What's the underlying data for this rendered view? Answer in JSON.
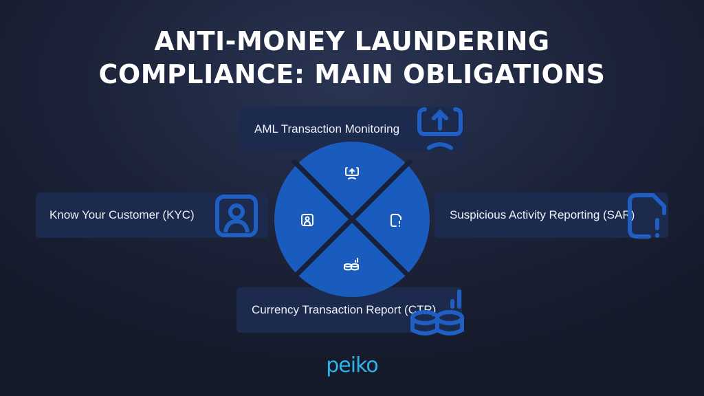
{
  "title_line1": "ANTI-MONEY LAUNDERING",
  "title_line2": "COMPLIANCE: MAIN OBLIGATIONS",
  "obligations": [
    {
      "label": "AML Transaction Monitoring",
      "icon": "monitor-upload-icon"
    },
    {
      "label": "Know Your Customer (KYC)",
      "icon": "user-portrait-icon"
    },
    {
      "label": "Suspicious Activity Reporting (SAR)",
      "icon": "document-alert-icon"
    },
    {
      "label": "Currency Transaction Report (CTR)",
      "icon": "coins-chart-icon"
    }
  ],
  "logo": "peiko",
  "colors": {
    "accent": "#1f5fc4",
    "card": "#1b2a4d",
    "logo": "#2bb5e8"
  }
}
